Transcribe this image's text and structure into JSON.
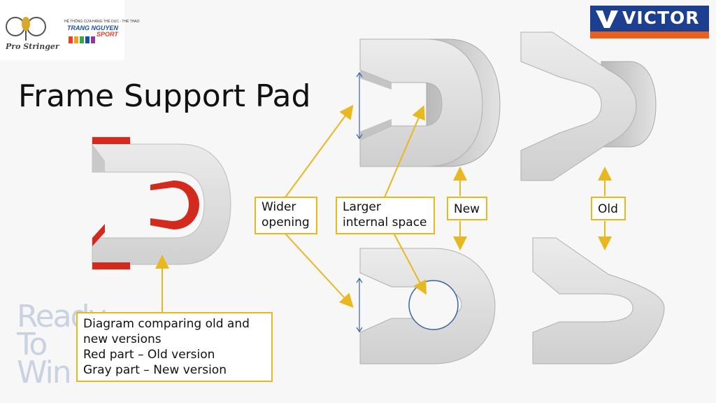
{
  "logos": {
    "pro_stringer": "Pro Stringer",
    "shop_tagline": "HỆ THỐNG CỬA HÀNG THỂ DỤC - THỂ THAO",
    "shop_name": "TRANG NGUYEN",
    "shop_sub": "SPORT",
    "brand": "VICTOR"
  },
  "title": "Frame Support Pad",
  "watermark": [
    "Ready",
    "To",
    "Win"
  ],
  "callouts": {
    "wider_opening": [
      "Wider",
      "opening"
    ],
    "larger_space": [
      "Larger",
      "internal space"
    ],
    "new_label": "New",
    "old_label": "Old",
    "legend": [
      "Diagram comparing old and",
      "new versions",
      "Red part – Old version",
      "Gray part – New version"
    ]
  },
  "colors": {
    "arrow": "#e8b820",
    "old_part": "#d42a1e",
    "gray_part": "#dcdcdc",
    "brand_blue": "#1d3f8f",
    "brand_orange": "#e8601c"
  }
}
